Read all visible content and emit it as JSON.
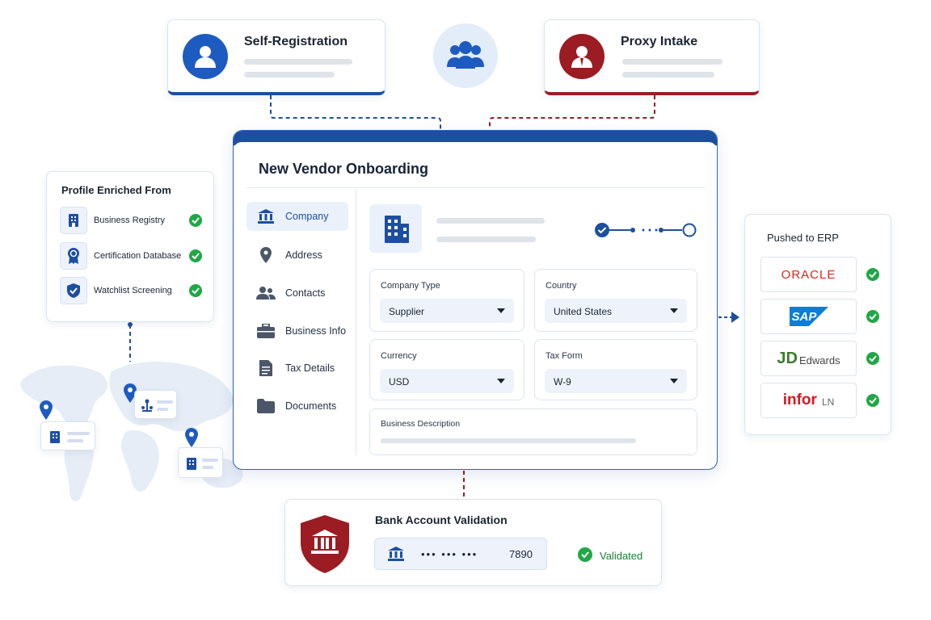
{
  "self_registration": {
    "title": "Self-Registration"
  },
  "proxy_intake": {
    "title": "Proxy Intake"
  },
  "center_icon": "users-group-icon",
  "onboarding": {
    "title": "New Vendor Onboarding",
    "nav": [
      {
        "label": "Company",
        "icon": "bank-icon",
        "active": true
      },
      {
        "label": "Address",
        "icon": "map-pin-icon"
      },
      {
        "label": "Contacts",
        "icon": "people-icon"
      },
      {
        "label": "Business Info",
        "icon": "briefcase-icon"
      },
      {
        "label": "Tax Details",
        "icon": "document-icon"
      },
      {
        "label": "Documents",
        "icon": "folder-icon"
      }
    ],
    "fields": {
      "company_type": {
        "label": "Company Type",
        "value": "Supplier"
      },
      "country": {
        "label": "Country",
        "value": "United States"
      },
      "currency": {
        "label": "Currency",
        "value": "USD"
      },
      "tax_form": {
        "label": "Tax Form",
        "value": "W-9"
      },
      "business_description": {
        "label": "Business Description"
      }
    }
  },
  "enrichment": {
    "title": "Profile Enriched From",
    "items": [
      {
        "label": "Business Registry",
        "icon": "building-icon"
      },
      {
        "label": "Certification Database",
        "icon": "certificate-icon"
      },
      {
        "label": "Watchlist Screening",
        "icon": "shield-check-icon"
      }
    ]
  },
  "erp": {
    "title": "Pushed to ERP",
    "systems": [
      {
        "logo": "ORACLE"
      },
      {
        "logo": "SAP"
      },
      {
        "logo_main": "JD",
        "logo_sub": "Edwards"
      },
      {
        "logo_main": "infor",
        "logo_sub": "LN"
      }
    ]
  },
  "bank": {
    "title": "Bank Account Validation",
    "masked": "••• ••• •••",
    "last4": "7890",
    "status": "Validated"
  },
  "colors": {
    "primary_blue": "#1d4fa0",
    "accent_red": "#9b1c22",
    "success_green": "#1fa845",
    "oracle_red": "#e2231a",
    "sap_blue": "#0a7ed8",
    "jde_green": "#3a7d2a",
    "infor_red": "#d71921"
  }
}
